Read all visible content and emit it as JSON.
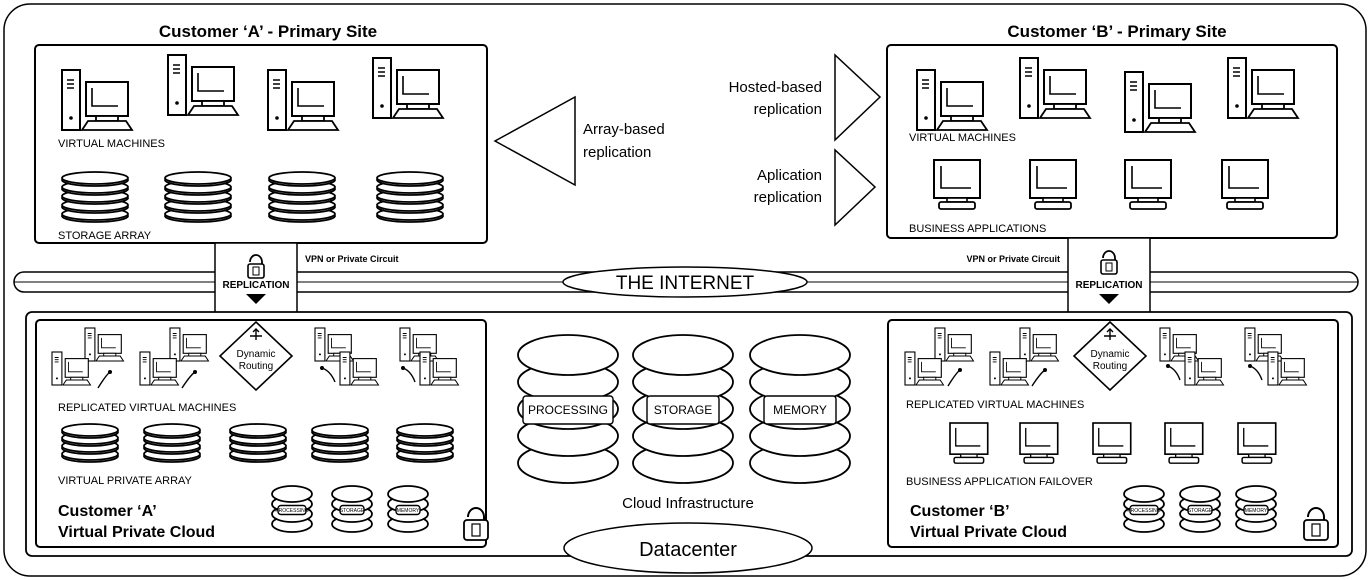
{
  "customer_a_site": {
    "title": "Customer ‘A’ - Primary Site",
    "vm_label": "VIRTUAL MACHINES",
    "storage_label": "STORAGE ARRAY"
  },
  "customer_b_site": {
    "title": "Customer ‘B’ - Primary Site",
    "vm_label": "VIRTUAL MACHINES",
    "apps_label": "BUSINESS APPLICATIONS"
  },
  "replication": {
    "array_based": [
      "Array-based",
      "replication"
    ],
    "hosted_based": [
      "Hosted-based",
      "replication"
    ],
    "application": [
      "Aplication",
      "replication"
    ],
    "vpn_left": "VPN or Private Circuit",
    "vpn_right": "VPN or Private Circuit",
    "replication_left": "REPLICATION",
    "replication_right": "REPLICATION"
  },
  "internet_label": "THE INTERNET",
  "datacenter_label": "Datacenter",
  "cloud_infra": {
    "label": "Cloud Infrastructure",
    "processing": "PROCESSING",
    "storage": "STORAGE",
    "memory": "MEMORY"
  },
  "vpc_a": {
    "replicated_vms_label": "REPLICATED VIRTUAL MACHINES",
    "array_label": "VIRTUAL PRIVATE ARRAY",
    "routing": [
      "Dynamic",
      "Routing"
    ],
    "name_line1": "Customer ‘A’",
    "name_line2": "Virtual Private Cloud",
    "mini_processing": "PROCESSING",
    "mini_storage": "STORAGE",
    "mini_memory": "MEMORY"
  },
  "vpc_b": {
    "replicated_vms_label": "REPLICATED VIRTUAL MACHINES",
    "failover_label": "BUSINESS APPLICATION FAILOVER",
    "routing": [
      "Dynamic",
      "Routing"
    ],
    "name_line1": "Customer ‘B’",
    "name_line2": "Virtual Private Cloud",
    "mini_processing": "PROCESSING",
    "mini_storage": "STORAGE",
    "mini_memory": "MEMORY"
  },
  "icons": [
    "server-tower-icon",
    "monitor-icon",
    "disk-stack-icon",
    "padlock-icon",
    "arrow-down-icon",
    "routing-diamond-icon",
    "replication-triangle-icon"
  ]
}
